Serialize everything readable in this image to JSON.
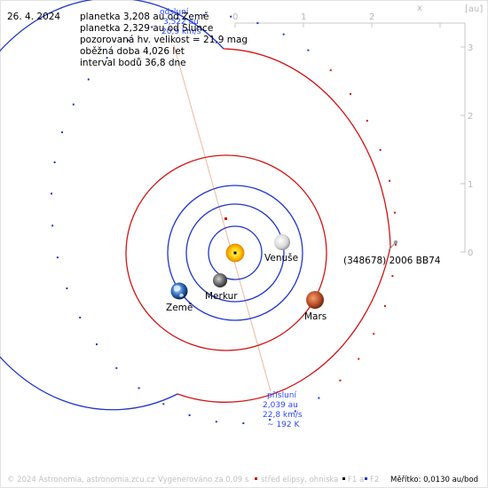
{
  "date": "26. 4. 2024",
  "info_lines": [
    "planetka 3,208 au od Země",
    "planetka 2,329 au od Slunce",
    "pozorovaná hv. velikost = 21,9 mag",
    "oběžná doba 4,026 let",
    "interval bodů 36,8 dne"
  ],
  "axes": {
    "top_ticks": [
      "0",
      "1",
      "2"
    ],
    "x_label": "x",
    "unit_label": "[au]",
    "right_ticks": [
      "3",
      "2",
      "1",
      "0"
    ],
    "axis_color": "#c8c8c8"
  },
  "bodies": {
    "sun": "",
    "mercury": "Merkur",
    "venus": "Venuše",
    "earth": "Země",
    "mars": "Mars",
    "asteroid": "(348678) 2006 BB74"
  },
  "aphelion": {
    "title": "odsluní",
    "distance": "3,522 au",
    "speed": "20,9 km/s"
  },
  "perihelion": {
    "title": "přísluní",
    "distance": "2,039 au",
    "speed": "22,8 km/s",
    "temp": "~ 192 K"
  },
  "footer": {
    "copyright": "© 2024 Astronomia, astronomia.zcu.cz",
    "generated": "Vygenerováno za 0,09 s",
    "legend_center": "střed elipsy, ohniska",
    "legend_f1": "F1 a",
    "legend_f2": "F2",
    "scale": "Měřítko: 0,0130 au/bod"
  },
  "colors": {
    "inner_orbits": "#1f36c8",
    "mars_orbit": "#d01414",
    "asteroid_orbit_near": "#d01414",
    "asteroid_orbit_far": "#1f36c8",
    "apsides_line": "#f0b89a",
    "label_blue": "#2a48ff"
  }
}
